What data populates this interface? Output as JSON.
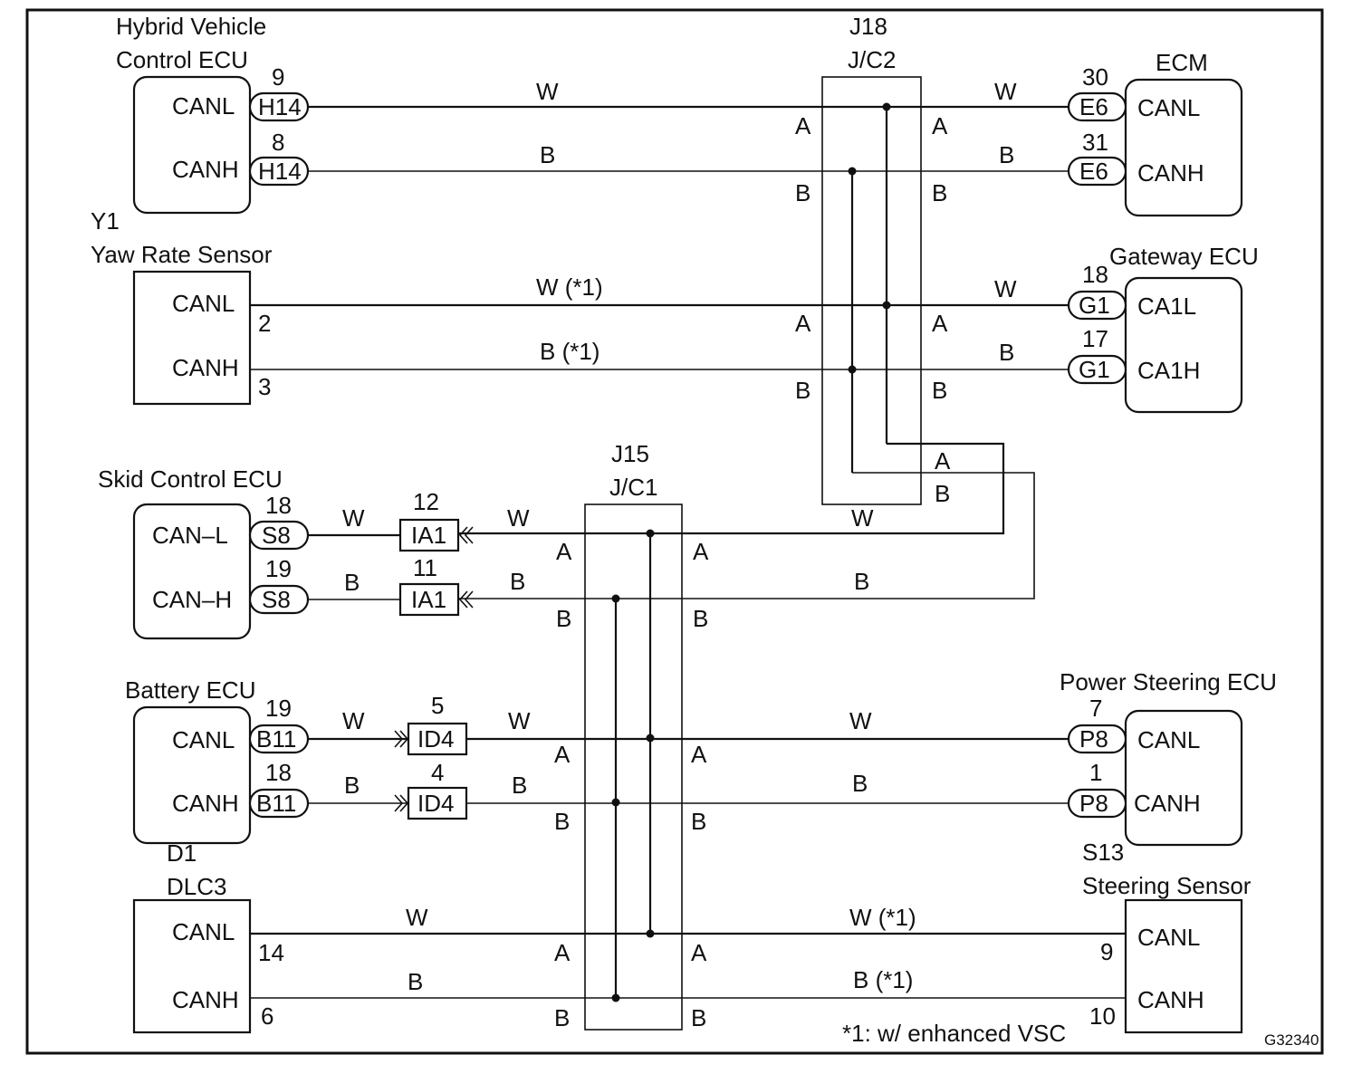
{
  "diagram_id": "G32340",
  "footnote": "*1: w/ enhanced VSC",
  "components": {
    "hv_ecu": {
      "name_line1": "Hybrid Vehicle",
      "name_line2": "Control ECU",
      "pin_canl": "CANL",
      "pin_canh": "CANH"
    },
    "ecm": {
      "name": "ECM",
      "pin_canl": "CANL",
      "pin_canh": "CANH"
    },
    "yaw_sensor": {
      "code": "Y1",
      "name": "Yaw Rate Sensor",
      "pin_canl": "CANL",
      "pin_canh": "CANH",
      "term_canl": "2",
      "term_canh": "3"
    },
    "gateway_ecu": {
      "name": "Gateway ECU",
      "pin_l": "CA1L",
      "pin_h": "CA1H"
    },
    "skid_ecu": {
      "name": "Skid Control ECU",
      "pin_canl": "CAN–L",
      "pin_canh": "CAN–H"
    },
    "battery_ecu": {
      "name": "Battery ECU",
      "pin_canl": "CANL",
      "pin_canh": "CANH"
    },
    "ps_ecu": {
      "name": "Power Steering ECU",
      "pin_canl": "CANL",
      "pin_canh": "CANH"
    },
    "dlc3": {
      "code": "D1",
      "name": "DLC3",
      "pin_canl": "CANL",
      "pin_canh": "CANH",
      "term_canl": "14",
      "term_canh": "6"
    },
    "steering_sensor": {
      "code": "S13",
      "name": "Steering Sensor",
      "pin_canl": "CANL",
      "pin_canh": "CANH",
      "term_canl": "9",
      "term_canh": "10"
    }
  },
  "junctions": {
    "j18": {
      "code": "J18",
      "name": "J/C2"
    },
    "j15": {
      "code": "J15",
      "name": "J/C1"
    }
  },
  "connectors": {
    "hv_canl": {
      "label": "H14",
      "pin": "9"
    },
    "hv_canh": {
      "label": "H14",
      "pin": "8"
    },
    "ecm_canl": {
      "label": "E6",
      "pin": "30"
    },
    "ecm_canh": {
      "label": "E6",
      "pin": "31"
    },
    "gw_l": {
      "label": "G1",
      "pin": "18"
    },
    "gw_h": {
      "label": "G1",
      "pin": "17"
    },
    "skid_l": {
      "label": "S8",
      "pin": "18"
    },
    "skid_h": {
      "label": "S8",
      "pin": "19"
    },
    "ia1_l": {
      "label": "IA1",
      "pin": "12"
    },
    "ia1_h": {
      "label": "IA1",
      "pin": "11"
    },
    "batt_l": {
      "label": "B11",
      "pin": "19"
    },
    "batt_h": {
      "label": "B11",
      "pin": "18"
    },
    "id4_l": {
      "label": "ID4",
      "pin": "5"
    },
    "id4_h": {
      "label": "ID4",
      "pin": "4"
    },
    "ps_l": {
      "label": "P8",
      "pin": "7"
    },
    "ps_h": {
      "label": "P8",
      "pin": "1"
    }
  },
  "wire_colors": {
    "white": "W",
    "black": "B",
    "white_opt": "W  (*1)",
    "black_opt": "B  (*1)",
    "white_opt2": "W (*1)",
    "black_opt2": "B  (*1)"
  },
  "pin_letters": {
    "a": "A",
    "b": "B"
  }
}
